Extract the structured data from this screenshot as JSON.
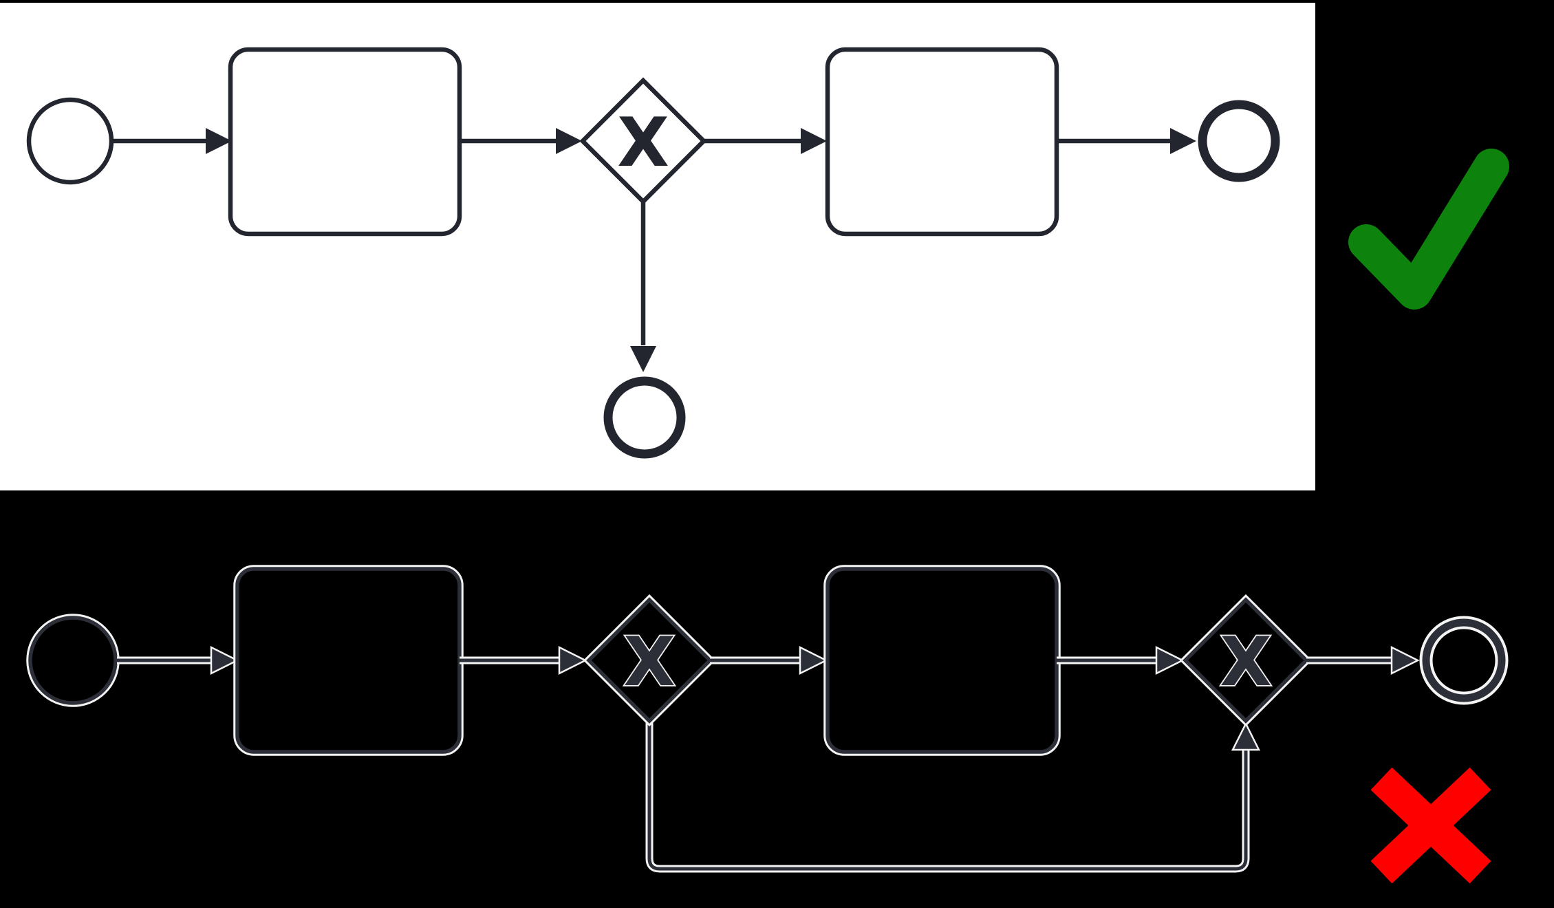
{
  "colors": {
    "canvas_black": "#000000",
    "panel_white": "#ffffff",
    "top_stroke": "#23252f",
    "bottom_stroke": "#2c2e38",
    "bottom_halo": "#f4f4f4",
    "check_green": "#0d830d",
    "cross_red": "#fe0000"
  },
  "correct_example": {
    "verdict_icon": "green-checkmark",
    "gateway_labels": [
      "X"
    ],
    "elements": [
      "start-event",
      "task",
      "exclusive-gateway",
      "task",
      "end-event",
      "end-event"
    ]
  },
  "incorrect_example": {
    "verdict_icon": "red-cross-mark",
    "gateway_labels": [
      "X",
      "X"
    ],
    "elements": [
      "start-event",
      "task",
      "exclusive-gateway",
      "task",
      "exclusive-gateway",
      "end-event",
      "loop-back-flow"
    ]
  }
}
